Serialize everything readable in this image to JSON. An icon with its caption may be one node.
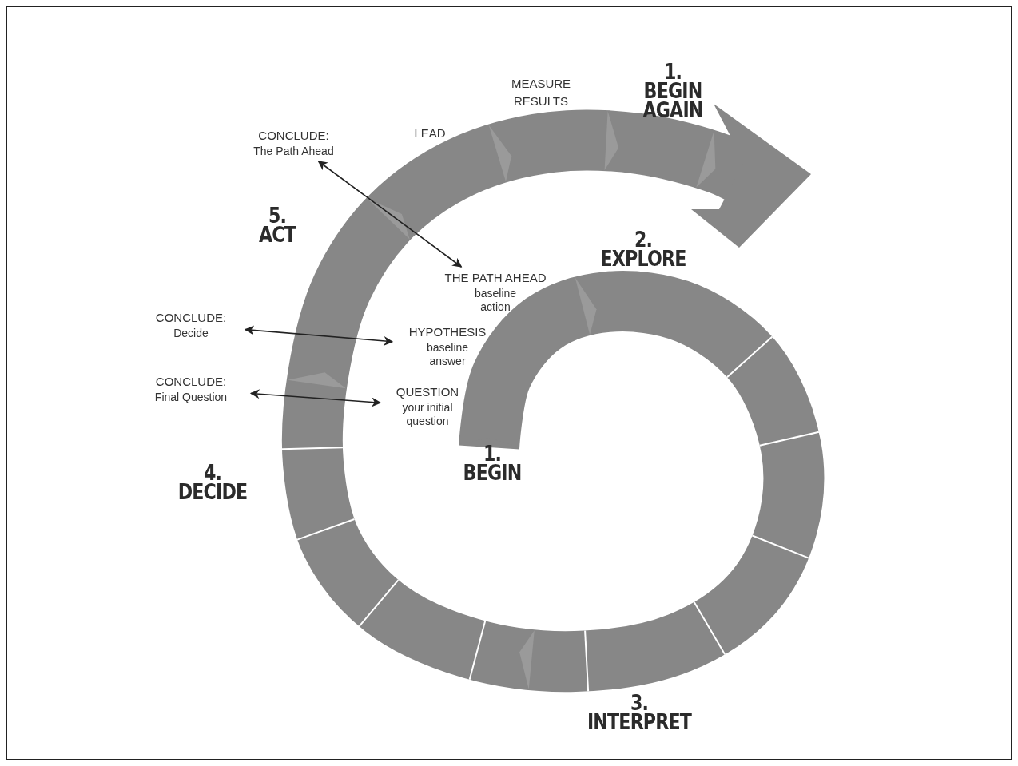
{
  "diagram": {
    "nodes": [
      {
        "text": [
          "CONCLUDE:",
          "The Path Ahead"
        ]
      },
      {
        "text": [
          "THE PATH AHEAD",
          "baseline action"
        ]
      },
      {
        "text": [
          "CONCLUDE:",
          "Decide"
        ]
      },
      {
        "text": [
          "HYPOTHESIS",
          "baseline answer"
        ]
      },
      {
        "text": [
          "CONCLUDE:",
          "Final Question"
        ]
      },
      {
        "text": [
          "QUESTION",
          "your initial question"
        ]
      }
    ],
    "edges": [
      {
        "from": 0,
        "to": 1,
        "arrow": "both"
      },
      {
        "from": 2,
        "to": 3,
        "arrow": "both"
      },
      {
        "from": 4,
        "to": 5,
        "arrow": "both"
      }
    ],
    "labels": [
      "1. BEGIN AGAIN",
      "MEASURE RESULTS",
      "LEAD",
      "5. ACT",
      "2. EXPLORE",
      "1. BEGIN",
      "4. DECIDE",
      "3. INTERPRET"
    ]
  }
}
